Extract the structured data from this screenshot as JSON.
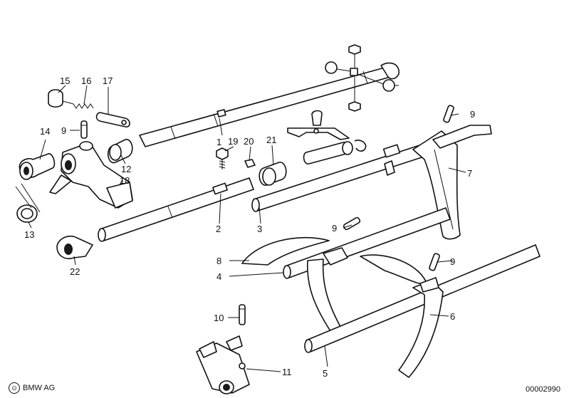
{
  "parts": {
    "p1": "1",
    "p2": "2",
    "p3": "3",
    "p4": "4",
    "p5": "5",
    "p6": "6",
    "p7": "7",
    "p8": "8",
    "p9a": "9",
    "p9b": "9",
    "p9c": "9",
    "p9d": "9",
    "p10": "10",
    "p11": "11",
    "p12": "12",
    "p13": "13",
    "p14": "14",
    "p15": "15",
    "p16": "16",
    "p17": "17",
    "p18": "18",
    "p19": "19",
    "p20": "20",
    "p21": "21",
    "p22": "22"
  },
  "footer": {
    "brand_mark": "⊙",
    "brand": "BMW AG",
    "code": "00002990"
  }
}
